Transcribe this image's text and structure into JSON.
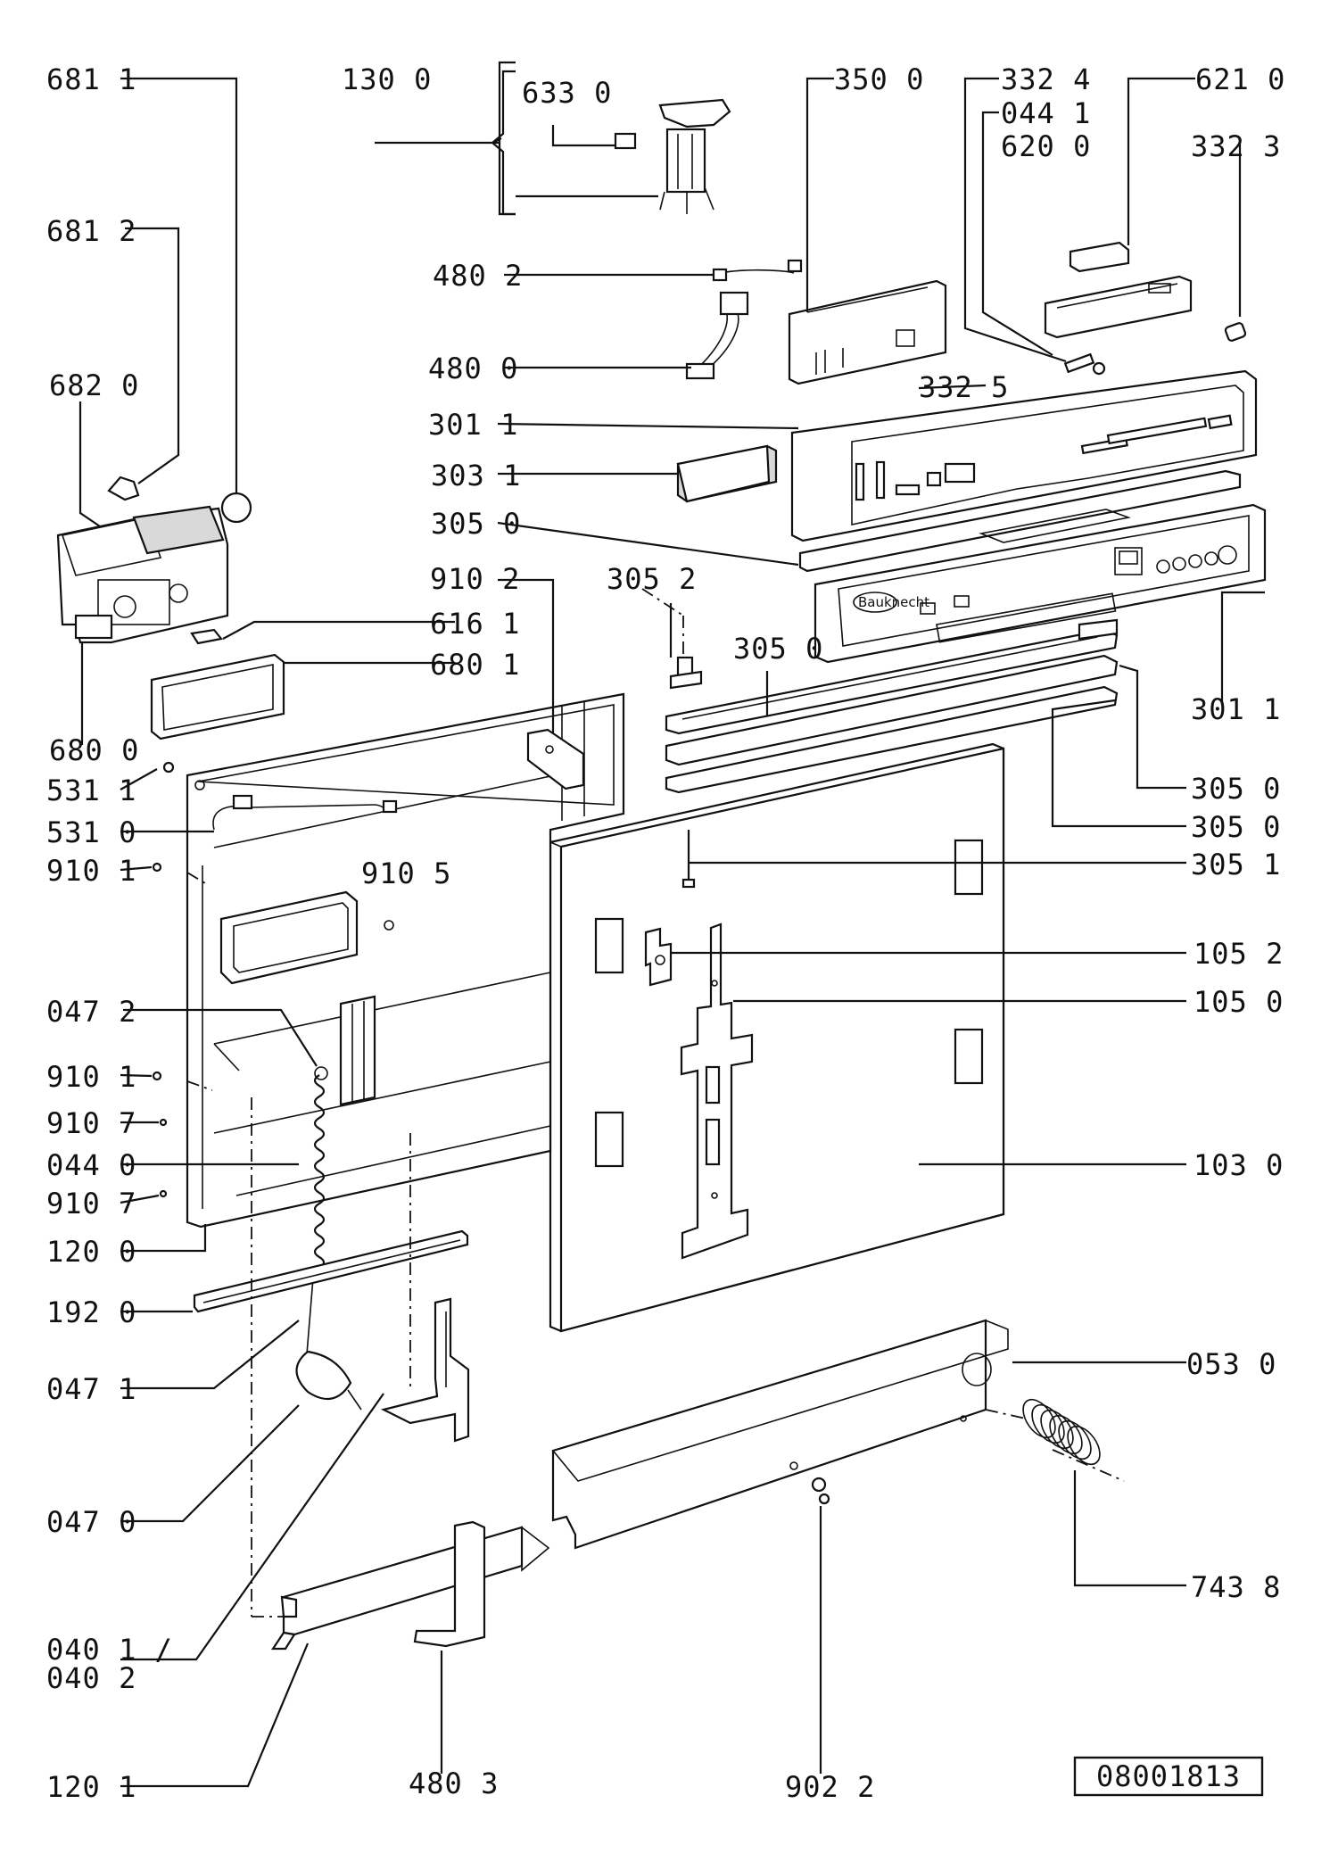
{
  "labels": {
    "p6811": "681 1",
    "p1300": "130 0",
    "p6330": "633 0",
    "p3500": "350 0",
    "p3324": "332 4",
    "p6210": "621 0",
    "p0441": "044 1",
    "p6200": "620 0",
    "p3323": "332 3",
    "p6812": "681 2",
    "p4802": "480 2",
    "p4800": "480 0",
    "p3325": "332 5",
    "p6820": "682 0",
    "p3011a": "301 1",
    "p3031": "303 1",
    "p3050a": "305 0",
    "p9102": "910 2",
    "p3052": "305 2",
    "p6161": "616 1",
    "p3050b": "305 0",
    "p6801": "680 1",
    "p3011b": "301 1",
    "p6800": "680 0",
    "p3050c": "305 0",
    "p5311": "531 1",
    "p3050d": "305 0",
    "p5310": "531 0",
    "p9101a": "910 1",
    "p9105": "910 5",
    "p3051": "305 1",
    "p1052": "105 2",
    "p0472": "047 2",
    "p1050": "105 0",
    "p9101b": "910 1",
    "p9107a": "910 7",
    "p0440": "044 0",
    "p1030": "103 0",
    "p9107b": "910 7",
    "p1200": "120 0",
    "p1920": "192 0",
    "p0471": "047 1",
    "p0530": "053 0",
    "p0470": "047 0",
    "p7438": "743 8",
    "p0401": "040 1 /",
    "p0402": "040 2",
    "p1201": "120 1",
    "p4803": "480 3",
    "p9022": "902 2"
  },
  "brand_text": "Bauknecht",
  "reference_number": "08001813",
  "colors": {
    "ink": "#111111",
    "paper": "#ffffff",
    "shade": "#d9d9d9"
  }
}
